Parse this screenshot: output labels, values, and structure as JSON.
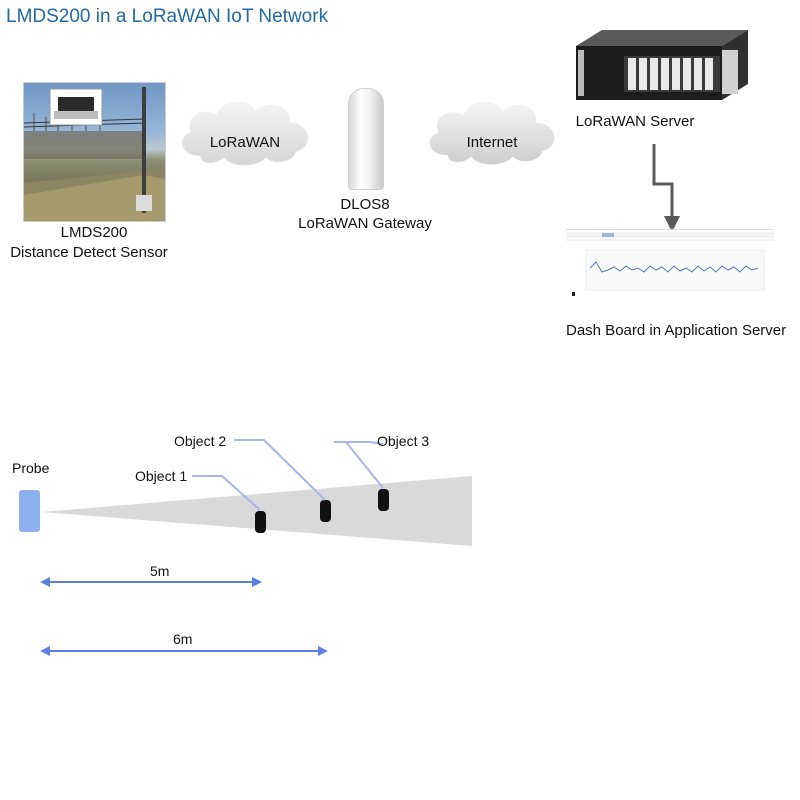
{
  "title": "LMDS200 in a LoRaWAN IoT Network",
  "network": {
    "sensor_name": "LMDS200",
    "sensor_desc": "Distance Detect Sensor",
    "cloud1": "LoRaWAN",
    "gateway_name": "DLOS8",
    "gateway_desc": "LoRaWAN Gateway",
    "cloud2": "Internet",
    "server": "LoRaWAN Server",
    "dashboard": "Dash Board in Application Server"
  },
  "detection": {
    "probe": "Probe",
    "object1": "Object 1",
    "object2": "Object 2",
    "object3": "Object 3",
    "dist1": "5m",
    "dist2": "6m"
  },
  "colors": {
    "title": "#1f6aa5",
    "probe": "#8fb0ef",
    "arrow": "#5b7ee0",
    "beam": "#d9d9d9",
    "object": "#111111"
  }
}
